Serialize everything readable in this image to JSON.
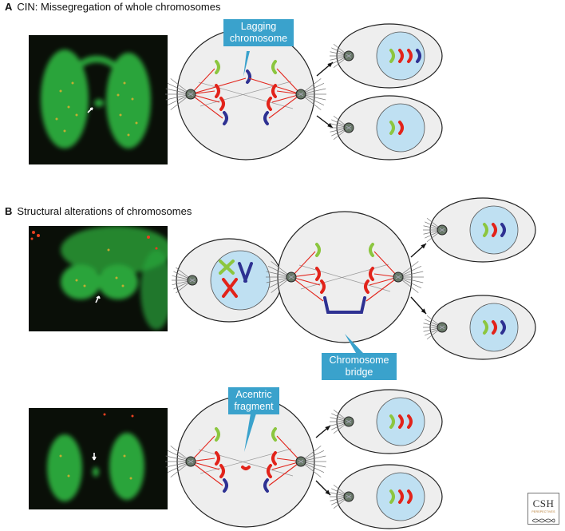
{
  "panel_a": {
    "letter": "A",
    "title": "CIN: Missegregation of whole chromosomes",
    "callout": [
      "Lagging",
      "chromosome"
    ]
  },
  "panel_b": {
    "letter": "B",
    "title": "Structural alterations of chromosomes",
    "callout_bridge": [
      "Chromosome",
      "bridge"
    ],
    "callout_fragment": [
      "Acentric",
      "fragment"
    ]
  },
  "logo": {
    "text": "CSH",
    "subtitle": "PERSPECTIVES"
  },
  "colors": {
    "green": "#8cc63f",
    "red": "#e2231a",
    "navy": "#2e3192",
    "callout": "#3aa2cc",
    "spindle": "#e2231a",
    "cell_fill": "#eeeeee",
    "nucleus": "#bfe0f2",
    "microscopy_green": "#2aa43a"
  },
  "icons": [
    "arrow-right-up",
    "arrow-right-down",
    "arrow-right",
    "centrosome",
    "cell",
    "nucleus"
  ]
}
